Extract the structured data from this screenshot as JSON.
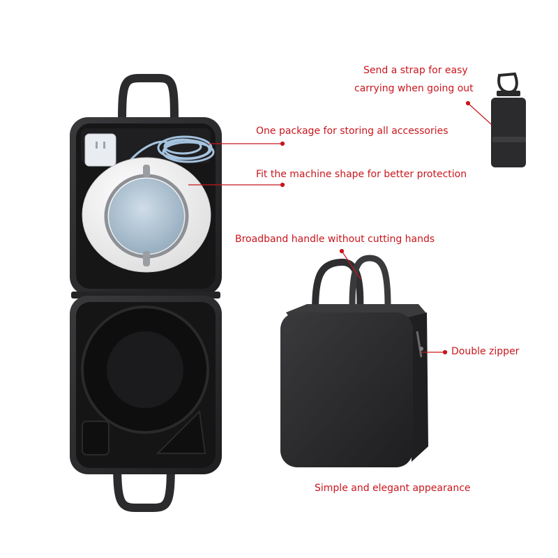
{
  "annotations": {
    "strap_line1": "Send a strap for easy",
    "strap_line2": "carrying when going out",
    "storage": "One package for storing all accessories",
    "fit": "Fit the machine shape for better protection",
    "handle": "Broadband handle without cutting hands",
    "zipper": "Double zipper",
    "appearance": "Simple and elegant appearance"
  },
  "colors": {
    "annotation_text": "#c8161d",
    "leader_line": "#c8161d",
    "case_body": "#2a2a2c",
    "case_interior": "#161617",
    "device_white": "#f4f4f4",
    "device_lens": "#a9bfd0",
    "cable_blue": "#a5c3df",
    "background": "#ffffff"
  }
}
